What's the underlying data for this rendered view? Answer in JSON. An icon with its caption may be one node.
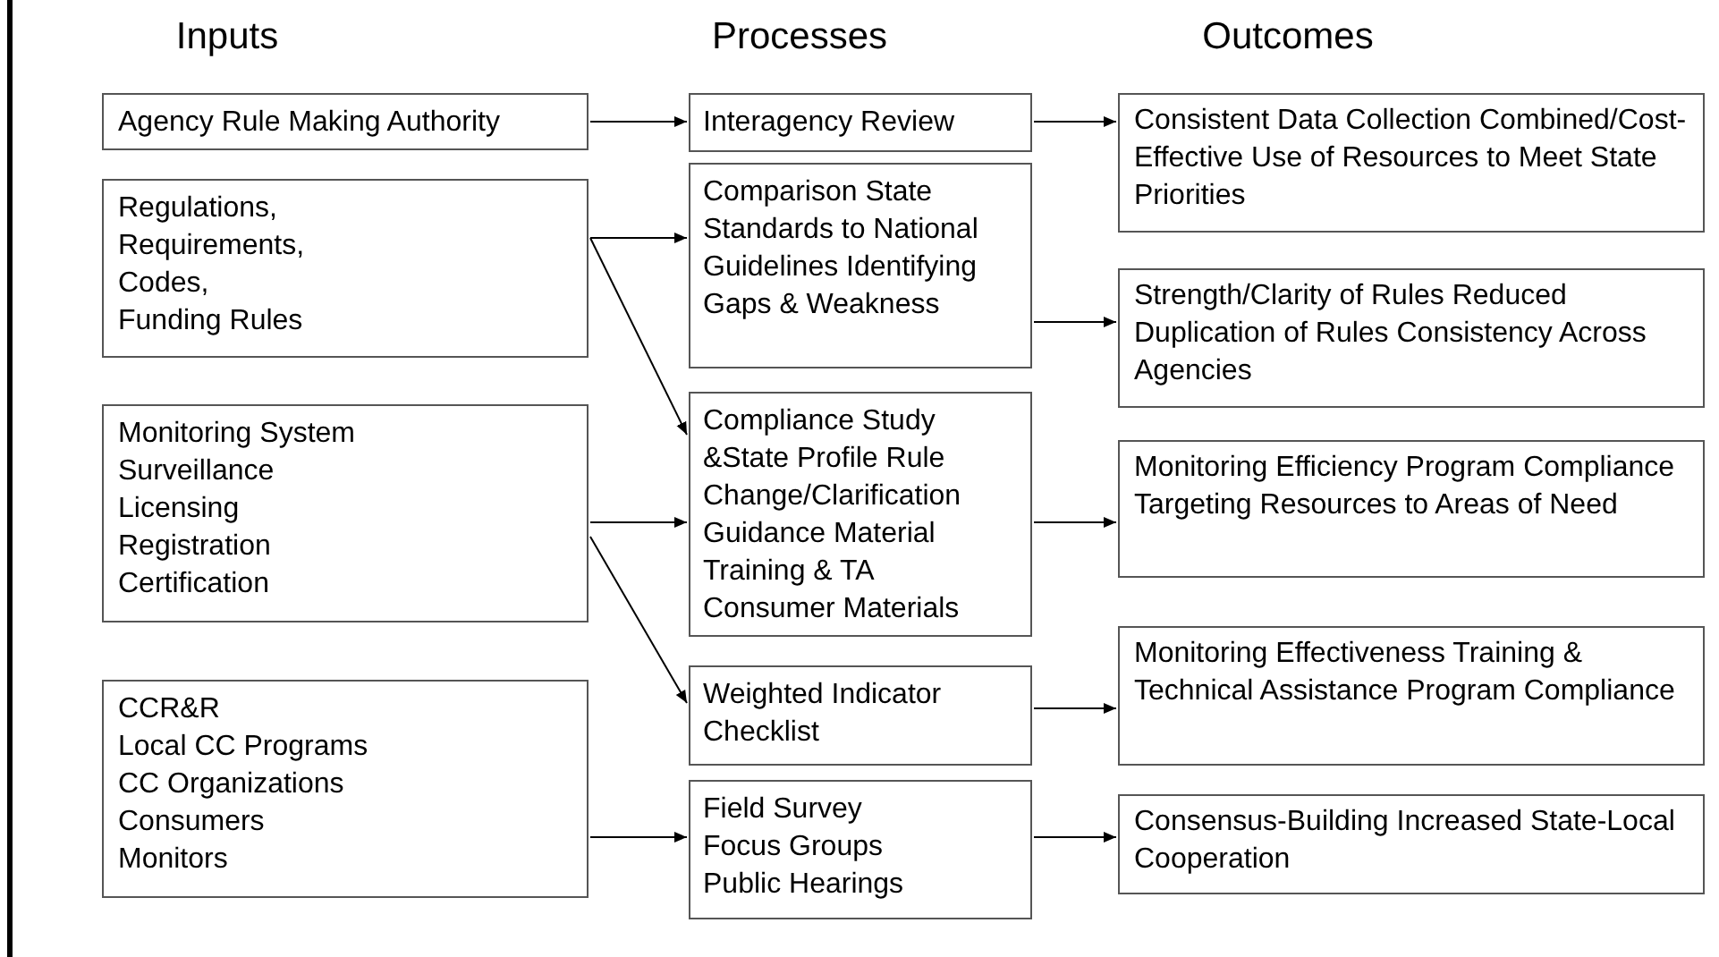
{
  "diagram": {
    "nodes": [
      {
        "text": [
          "Agency Rule Making Authority"
        ]
      },
      {
        "text": [
          "Regulations,",
          "Requirements,",
          "Codes,",
          "Funding Rules"
        ]
      },
      {
        "text": [
          "Monitoring System",
          "Surveillance",
          "Licensing",
          "Registration",
          "Certification"
        ]
      },
      {
        "text": [
          "CCR&R",
          "Local CC Programs",
          "CC Organizations",
          "Consumers",
          "Monitors"
        ]
      },
      {
        "text": [
          "Interagency Review"
        ]
      },
      {
        "text": [
          "Comparison State Standards to National Guidelines Identifying Gaps & Weakness"
        ]
      },
      {
        "text": [
          "Compliance Study &State Profile Rule Change/Clarification",
          "Guidance Material",
          "Training & TA",
          "Consumer Materials"
        ]
      },
      {
        "text": [
          "Weighted Indicator Checklist"
        ]
      },
      {
        "text": [
          "Field Survey",
          "Focus Groups",
          "Public Hearings"
        ]
      },
      {
        "text": [
          "Consistent Data Collection Combined/Cost-Effective Use of Resources to Meet State Priorities"
        ]
      },
      {
        "text": [
          "Strength/Clarity of Rules Reduced Duplication of Rules Consistency Across Agencies"
        ]
      },
      {
        "text": [
          "Monitoring Efficiency Program Compliance Targeting Resources to Areas of Need"
        ]
      },
      {
        "text": [
          "Monitoring Effectiveness Training & Technical Assistance Program Compliance"
        ]
      },
      {
        "text": [
          "Consensus-Building Increased State-Local Cooperation"
        ]
      }
    ],
    "edges": [
      {
        "from": 0,
        "to": 4,
        "arrow": "to"
      },
      {
        "from": 1,
        "to": 5,
        "arrow": "to"
      },
      {
        "from": 1,
        "to": 6,
        "arrow": "to"
      },
      {
        "from": 2,
        "to": 6,
        "arrow": "to"
      },
      {
        "from": 2,
        "to": 7,
        "arrow": "to"
      },
      {
        "from": 3,
        "to": 8,
        "arrow": "to"
      },
      {
        "from": 4,
        "to": 9,
        "arrow": "to"
      },
      {
        "from": 5,
        "to": 10,
        "arrow": "to"
      },
      {
        "from": 6,
        "to": 11,
        "arrow": "to"
      },
      {
        "from": 7,
        "to": 12,
        "arrow": "to"
      },
      {
        "from": 8,
        "to": 13,
        "arrow": "to"
      }
    ],
    "labels": [
      "Inputs",
      "Processes",
      "Outcomes"
    ]
  }
}
